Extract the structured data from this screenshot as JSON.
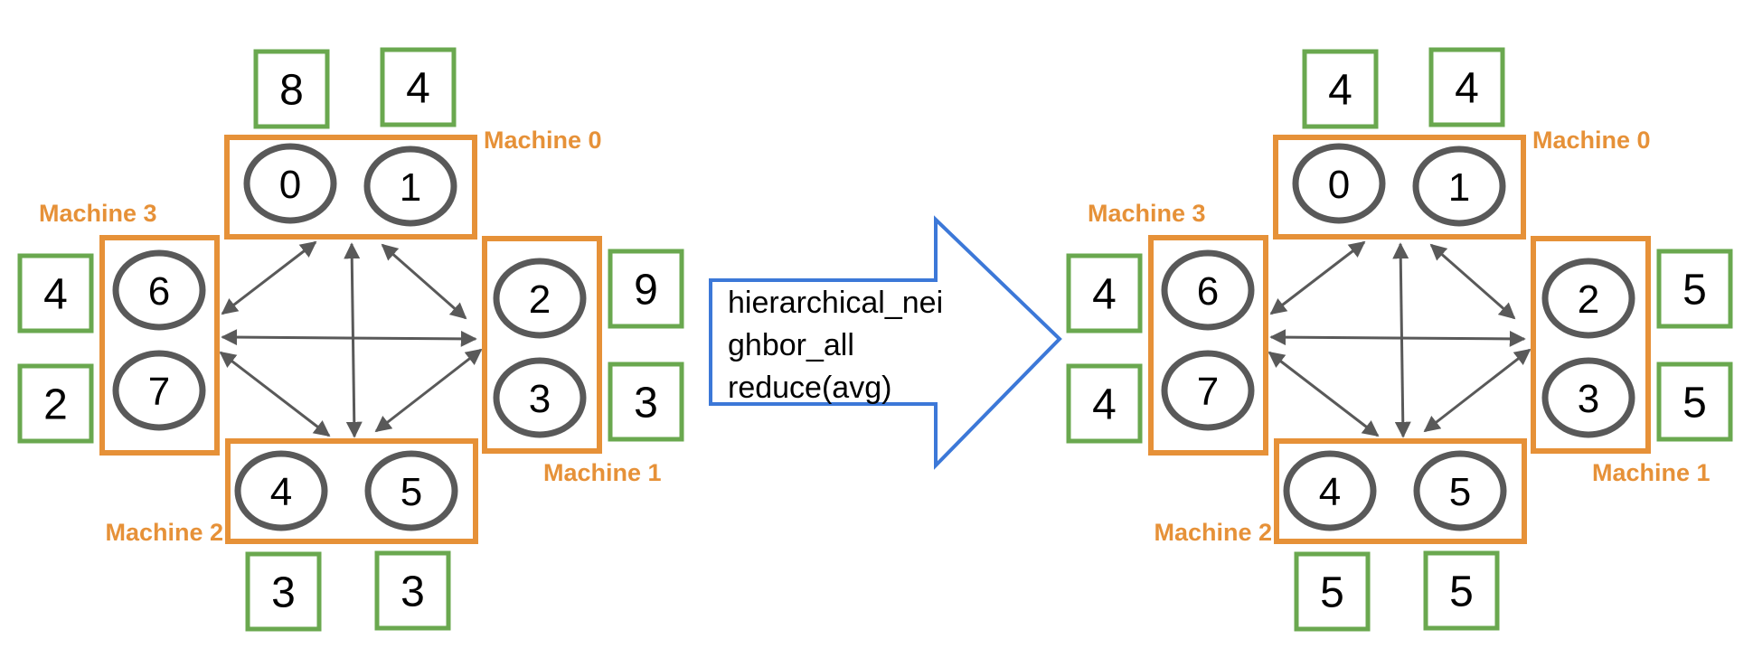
{
  "colors": {
    "machine": "#E69138",
    "value_box": "#6AA84F",
    "rank": "#595959",
    "arrow": "#595959",
    "big_arrow": "#3C78D8"
  },
  "operation": {
    "lines": [
      "hierarchical_nei",
      "ghbor_all",
      "reduce(avg)"
    ]
  },
  "before": {
    "machines": [
      {
        "label": "Machine 0",
        "ranks": [
          "0",
          "1"
        ],
        "values": [
          "8",
          "4"
        ]
      },
      {
        "label": "Machine 1",
        "ranks": [
          "2",
          "3"
        ],
        "values": [
          "9",
          "3"
        ]
      },
      {
        "label": "Machine 2",
        "ranks": [
          "4",
          "5"
        ],
        "values": [
          "3",
          "3"
        ]
      },
      {
        "label": "Machine 3",
        "ranks": [
          "6",
          "7"
        ],
        "values": [
          "4",
          "2"
        ]
      }
    ]
  },
  "after": {
    "machines": [
      {
        "label": "Machine 0",
        "ranks": [
          "0",
          "1"
        ],
        "values": [
          "4",
          "4"
        ]
      },
      {
        "label": "Machine 1",
        "ranks": [
          "2",
          "3"
        ],
        "values": [
          "5",
          "5"
        ]
      },
      {
        "label": "Machine 2",
        "ranks": [
          "4",
          "5"
        ],
        "values": [
          "5",
          "5"
        ]
      },
      {
        "label": "Machine 3",
        "ranks": [
          "6",
          "7"
        ],
        "values": [
          "4",
          "4"
        ]
      }
    ]
  }
}
